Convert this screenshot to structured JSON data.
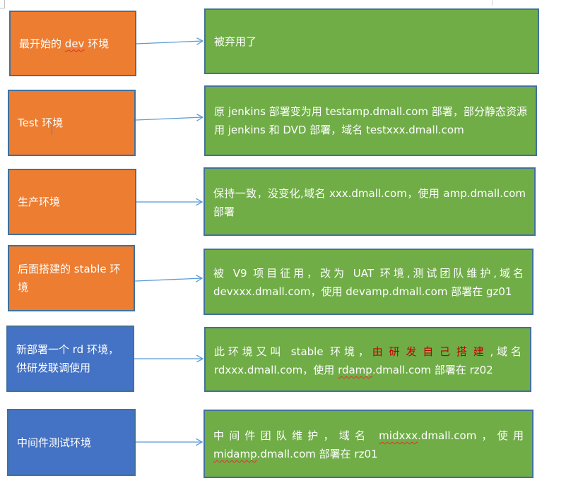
{
  "colors": {
    "orange": "#ED7D31",
    "green": "#70AD47",
    "blue": "#4472C4",
    "highlight_red": "#C00000"
  },
  "rows": [
    {
      "env": {
        "prefix": "最开始的",
        "underlined": "dev",
        "suffix": "环境"
      },
      "desc": {
        "text": "被弃用了"
      }
    },
    {
      "env": {
        "label": "Test 环境"
      },
      "desc": {
        "text": "原 jenkins 部署变为用 testamp.dmall.com 部署，部分静态资源用 jenkins 和 DVD 部署，域名 testxxx.dmall.com"
      }
    },
    {
      "env": {
        "label": "生产环境"
      },
      "desc": {
        "text": "保持一致，没变化,域名 xxx.dmall.com，使用 amp.dmall.com 部署"
      }
    },
    {
      "env": {
        "label": "后面搭建的 stable 环境"
      },
      "desc": {
        "text": "被 V9 项目征用，改为 UAT 环境,测试团队维护,域名 devxxx.dmall.com，使用 devamp.dmall.com 部署在 gz01"
      }
    },
    {
      "env": {
        "label": "新部署一个 rd 环境，供研发联调使用"
      },
      "desc": {
        "part1": "此环境又叫 stable 环境，",
        "highlight": "由研发自己搭建",
        "part2": ",域名 rdxxx.dmall.com，使用 ",
        "underlined": "rdamp",
        "part3": ".dmall.com 部署在 rz02"
      }
    },
    {
      "env": {
        "label": "中间件测试环境"
      },
      "desc": {
        "part1": "中间件团队维护，域名 ",
        "underlined1": "midxxx",
        "part2": ".dmall.com，使用 ",
        "underlined2": "midamp",
        "part3": ".dmall.com 部署在 rz01"
      }
    }
  ]
}
